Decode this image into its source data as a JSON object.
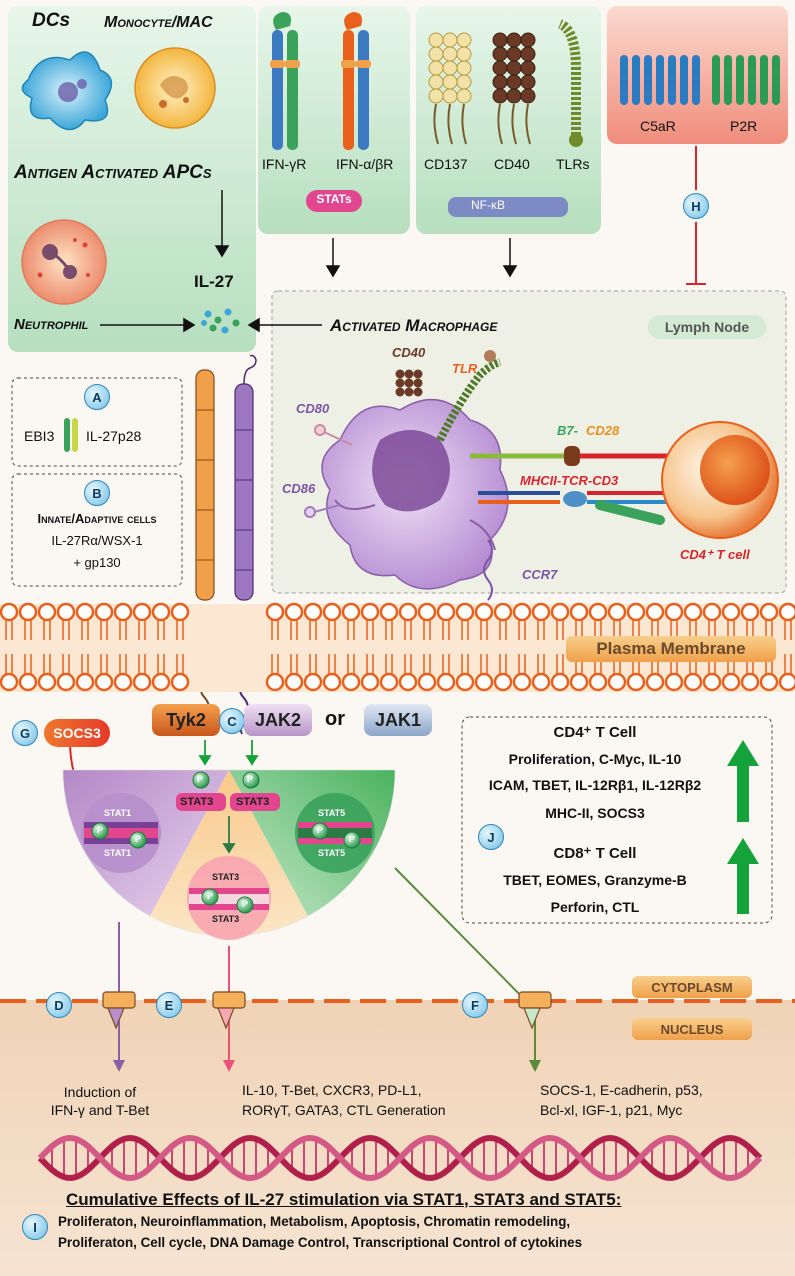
{
  "top_left": {
    "dcs": "DCs",
    "monocyte_mac": "Monocyte/MAC",
    "antigen_activated_apcs": "Antigen Activated APCs",
    "il27": "IL-27",
    "neutrophil": "Neutrophil"
  },
  "receptors_ifn": {
    "ifn_gamma_r": "IFN-γR",
    "ifn_alpha_beta_r": "IFN-α/βR",
    "stats": "STATs"
  },
  "receptors_costim": {
    "cd137": "CD137",
    "cd40": "CD40",
    "tlrs": "TLRs",
    "nfkb": "NF-κB"
  },
  "purinergic": {
    "c5ar": "C5aR",
    "p2r": "P2R",
    "label_h": "H"
  },
  "lymph_node": {
    "activated_macrophage": "Activated Macrophage",
    "lymph_node": "Lymph Node",
    "cd40": "CD40",
    "tlr": "TLR",
    "cd80": "CD80",
    "cd86": "CD86",
    "b7": "B7-",
    "cd28": "CD28",
    "mhcii_tcr_cd3": "MHCII-TCR-CD3",
    "ccr7": "CCR7",
    "cd4_t_cell": "CD4⁺ T cell"
  },
  "box_a": {
    "label": "A",
    "ebi3": "EBI3",
    "il27p28": "IL-27p28"
  },
  "box_b": {
    "label": "B",
    "line1": "Innate/Adaptive cells",
    "line2": "IL-27Rα/WSX-1",
    "line3": "+ gp130"
  },
  "membrane": {
    "plasma_membrane": "Plasma Membrane"
  },
  "kinases": {
    "tyk2": "Tyk2",
    "label_c": "C",
    "jak2": "JAK2",
    "or": "or",
    "jak1": "JAK1"
  },
  "socs": {
    "label_g": "G",
    "socs3": "SOCS3"
  },
  "stats_fan": {
    "p": "P",
    "stat3": "STAT3",
    "stat1": "STAT1",
    "stat5": "STAT5"
  },
  "box_j": {
    "label": "J",
    "cd4_title": "CD4⁺ T Cell",
    "cd4_line1": "Proliferation, C-Myc, IL-10",
    "cd4_line2": "ICAM, TBET, IL-12Rβ1, IL-12Rβ2",
    "cd4_line3": "MHC-II, SOCS3",
    "cd8_title": "CD8⁺ T Cell",
    "cd8_line1": "TBET, EOMES, Granzyme-B",
    "cd8_line2": "Perforin, CTL"
  },
  "compartments": {
    "cytoplasm": "CYTOPLASM",
    "nucleus": "NUCLEUS"
  },
  "nuclear": {
    "label_d": "D",
    "label_e": "E",
    "label_f": "F",
    "d_line1": "Induction of",
    "d_line2": "IFN-γ and T-Bet",
    "e_line1": "IL-10, T-Bet, CXCR3, PD-L1,",
    "e_line2": "RORγT, GATA3, CTL Generation",
    "f_line1": "SOCS-1, E-cadherin, p53,",
    "f_line2": "Bcl-xl, IGF-1, p21, Myc"
  },
  "summary": {
    "label_i": "I",
    "title": "Cumulative Effects of IL-27 stimulation via STAT1, STAT3 and STAT5:",
    "line1": "Proliferaton, Neuroinflammation, Metabolism, Apoptosis, Chromatin remodeling,",
    "line2": "Proliferaton, Cell cycle, DNA Damage Control, Transcriptional Control of cytokines"
  },
  "colors": {
    "green_panel": "#cde9d2",
    "membrane_orange": "#e8601c",
    "lymph_node_bg": "#eef0e4",
    "nucleus_bg": "#f1d2b3",
    "stat1_purple": "#8d5aa6",
    "stat3_pink": "#e8517a",
    "stat5_green": "#3aa25b",
    "arrow_green": "#16a23b",
    "inhibit_red": "#d9242b"
  }
}
